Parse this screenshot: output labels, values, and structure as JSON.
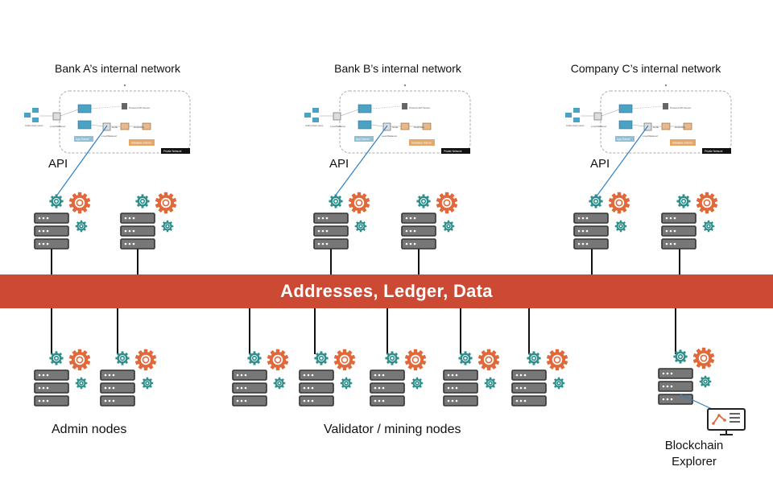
{
  "networks": [
    {
      "title": "Bank A’s internal network",
      "api_label": "API"
    },
    {
      "title": "Bank B’s internal network",
      "api_label": "API"
    },
    {
      "title": "Company C’s internal network",
      "api_label": "API"
    }
  ],
  "network_mini": {
    "users": "Authorized users",
    "load_balancer": "Load Balancer",
    "app_subnet": "App Subnet",
    "protocol_server": "Protocol API Server",
    "node": "Node",
    "replicator": "Replicator",
    "database_subnet": "Database Subnet",
    "private_network": "Private Network"
  },
  "ledger_band": {
    "label": "Addresses, Ledger, Data",
    "color": "#cc4a33"
  },
  "groups": {
    "admin_label": "Admin nodes",
    "validator_label": "Validator / mining nodes",
    "explorer_label": "Blockchain Explorer"
  },
  "icons": [
    "server-rack-icon",
    "gear-icon",
    "monitor-chart-icon"
  ],
  "colors": {
    "gear_large": "#e0683a",
    "gear_small": "#2e8f8c",
    "server": "#777777",
    "link": "#2f7fc1"
  }
}
